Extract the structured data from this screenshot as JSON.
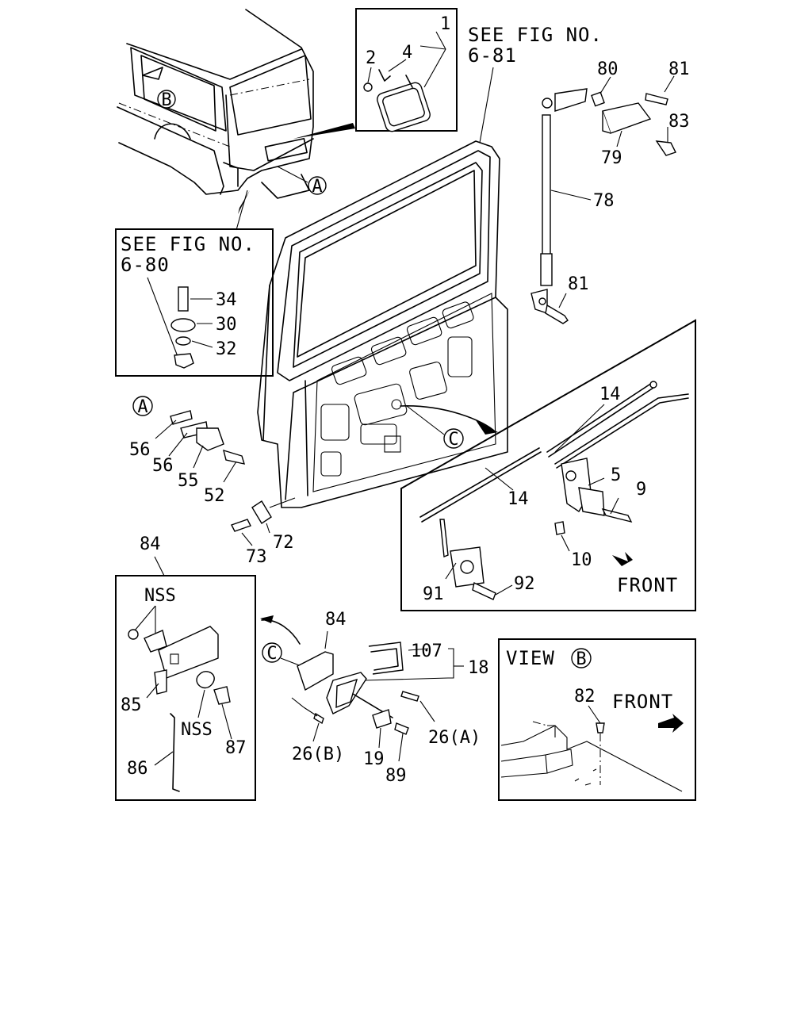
{
  "captions": {
    "see_fig_681_a": "SEE FIG NO.",
    "see_fig_681_b": "6-81",
    "see_fig_680_a": "SEE FIG NO.",
    "see_fig_680_b": "6-80",
    "front_latch": "FRONT",
    "view_b_word": "VIEW",
    "view_b_letter": "B",
    "front_view": "FRONT"
  },
  "markers": {
    "A_car": "A",
    "B_car": "B",
    "C_door": "C",
    "A_hinge": "A",
    "C_handle": "C"
  },
  "callouts": {
    "p1": "1",
    "p2": "2",
    "p4": "4",
    "p80": "80",
    "p81a": "81",
    "p83": "83",
    "p79": "79",
    "p78": "78",
    "p81b": "81",
    "p34": "34",
    "p30": "30",
    "p32": "32",
    "p56a": "56",
    "p56b": "56",
    "p55": "55",
    "p52": "52",
    "p72": "72",
    "p73": "73",
    "p14a": "14",
    "p14b": "14",
    "p5": "5",
    "p9": "9",
    "p10": "10",
    "p91": "91",
    "p92": "92",
    "p84a": "84",
    "nss1": "NSS",
    "p85": "85",
    "nss2": "NSS",
    "p87": "87",
    "p86": "86",
    "p84b": "84",
    "p107": "107",
    "p18": "18",
    "p26a": "26(A)",
    "p26b": "26(B)",
    "p19": "19",
    "p89": "89",
    "p82": "82"
  }
}
